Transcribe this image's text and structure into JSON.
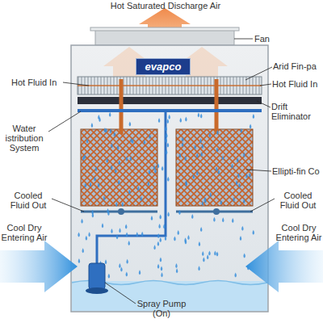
{
  "diagram": {
    "nodes": [
      {
        "text": [
          "evapco"
        ]
      }
    ],
    "labels": [
      "Hot Saturated Discharge Air",
      "Fan",
      "Arid Fin-pa",
      "Hot Fluid In",
      "Hot Fluid In",
      "Water istribution System",
      "Drift Eliminator",
      "Ellipti-fin Co",
      "Cooled Fluid Out",
      "Cooled Fluid Out",
      "Cool Dry Entering Air",
      "Cool Dry Entering Air",
      "Spray Pump (On)"
    ]
  }
}
